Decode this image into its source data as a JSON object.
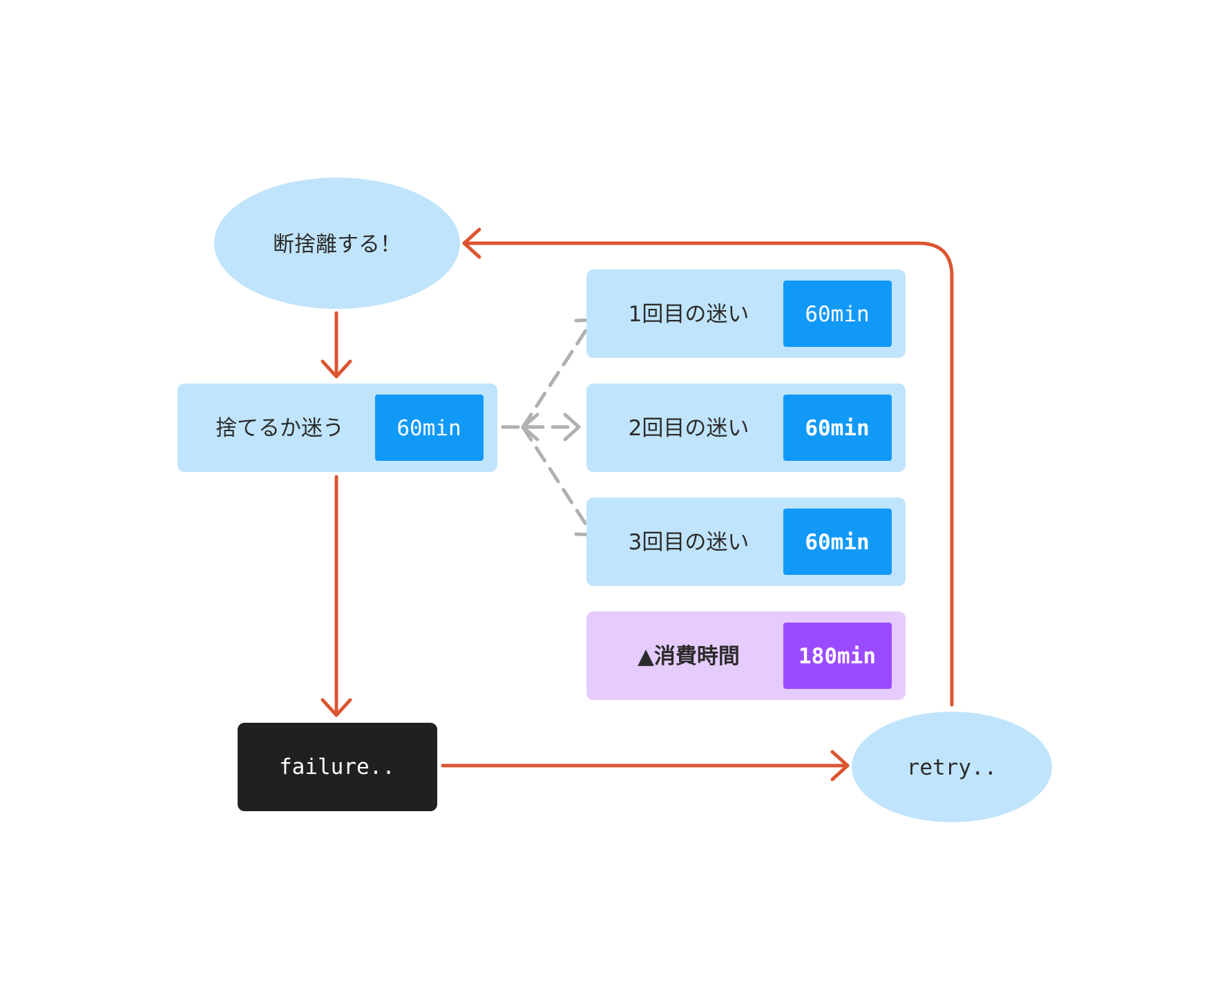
{
  "colors": {
    "node_fill": "#c0e4fb",
    "badge_blue": "#1199f8",
    "badge_purple": "#9b4bff",
    "total_fill": "#e5ccfc",
    "failure_fill": "#202020",
    "flow_arrow": "#dc5530",
    "branch_arrow": "#b0b0b0",
    "text_dark": "#2b2b2b",
    "text_light": "#ffffff"
  },
  "nodes": {
    "start": {
      "label": "断捨離する！"
    },
    "hesitate": {
      "label": "捨てるか迷う",
      "badge": "60min"
    },
    "hesitations": [
      {
        "label": "1回目の迷い",
        "badge": "60min"
      },
      {
        "label": "2回目の迷い",
        "badge": "60min"
      },
      {
        "label": "3回目の迷い",
        "badge": "60min"
      }
    ],
    "total": {
      "label": "▲消費時間",
      "badge": "180min"
    },
    "failure": {
      "label": "failure.."
    },
    "retry": {
      "label": "retry.."
    }
  }
}
